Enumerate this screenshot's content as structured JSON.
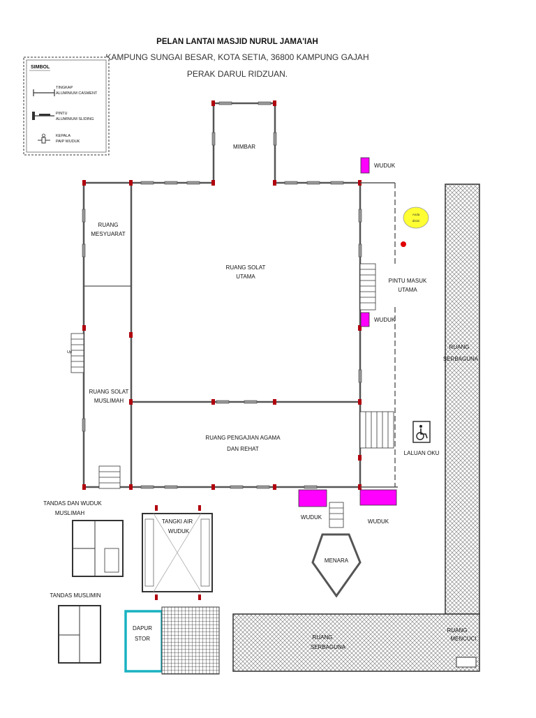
{
  "title": {
    "line1": "PELAN LANTAI MASJID NURUL JAMA'IAH",
    "line2": "KAMPUNG SUNGAI BESAR, KOTA SETIA, 36800 KAMPUNG GAJAH",
    "line3": "PERAK DARUL RIDZUAN."
  },
  "legend": {
    "heading": "SIMBOL",
    "items": [
      {
        "line1": "TINGKAP",
        "line2": "ALUMINIUM CASMENT"
      },
      {
        "line1": "PINTU",
        "line2": "ALUMINIUM SLIDING"
      },
      {
        "line1": "KEPALA",
        "line2": "PAIP WUDUK"
      }
    ]
  },
  "rooms": {
    "mimbar": "MIMBAR",
    "wuduk_top": "WUDUK",
    "wuduk_mid": "WUDUK",
    "wuduk_bottom_left": "WUDUK",
    "wuduk_bottom_right": "WUDUK",
    "ruang_mesyuarat_1": "RUANG",
    "ruang_mesyuarat_2": "MESYUARAT",
    "solat_utama_1": "RUANG SOLAT",
    "solat_utama_2": "UTAMA",
    "pintu_masuk_1": "PINTU MASUK",
    "pintu_masuk_2": "UTAMA",
    "solat_muslimah_1": "RUANG SOLAT",
    "solat_muslimah_2": "MUSLIMAH",
    "pengajian_1": "RUANG PENGAJIAN AGAMA",
    "pengajian_2": "DAN REHAT",
    "laluan_oku": "LALUAN OKU",
    "serbaguna_right_1": "RUANG",
    "serbaguna_right_2": "SERBAGUNA",
    "tandas_wuduk_1": "TANDAS  DAN WUDUK",
    "tandas_wuduk_2": "MUSLIMAH",
    "tangki_1": "TANGKI AIR",
    "tangki_2": "WUDUK",
    "menara": "MENARA",
    "tandas_muslimin": "TANDAS  MUSLIMIN",
    "dapur_1": "DAPUR",
    "dapur_2": "STOR",
    "serbaguna_bottom_1": "RUANG",
    "serbaguna_bottom_2": "SERBAGUNA",
    "mencuci_1": "RUANG",
    "mencuci_2": "MENCUCI"
  },
  "you_are_here": {
    "line1": "Anda",
    "line2": "disini"
  },
  "stair_label": "Up",
  "colors": {
    "wall": "#555555",
    "window": "#8a8a8a",
    "door_post": "#b0000d",
    "wuduk": "#ff00ff",
    "you_are_here": "#ffff33",
    "you_are_here_dot": "#e00000",
    "dapur_border": "#1ab2c2",
    "hatch": "#9a9a9a"
  },
  "icons": {
    "wheelchair": "wheelchair-icon"
  }
}
